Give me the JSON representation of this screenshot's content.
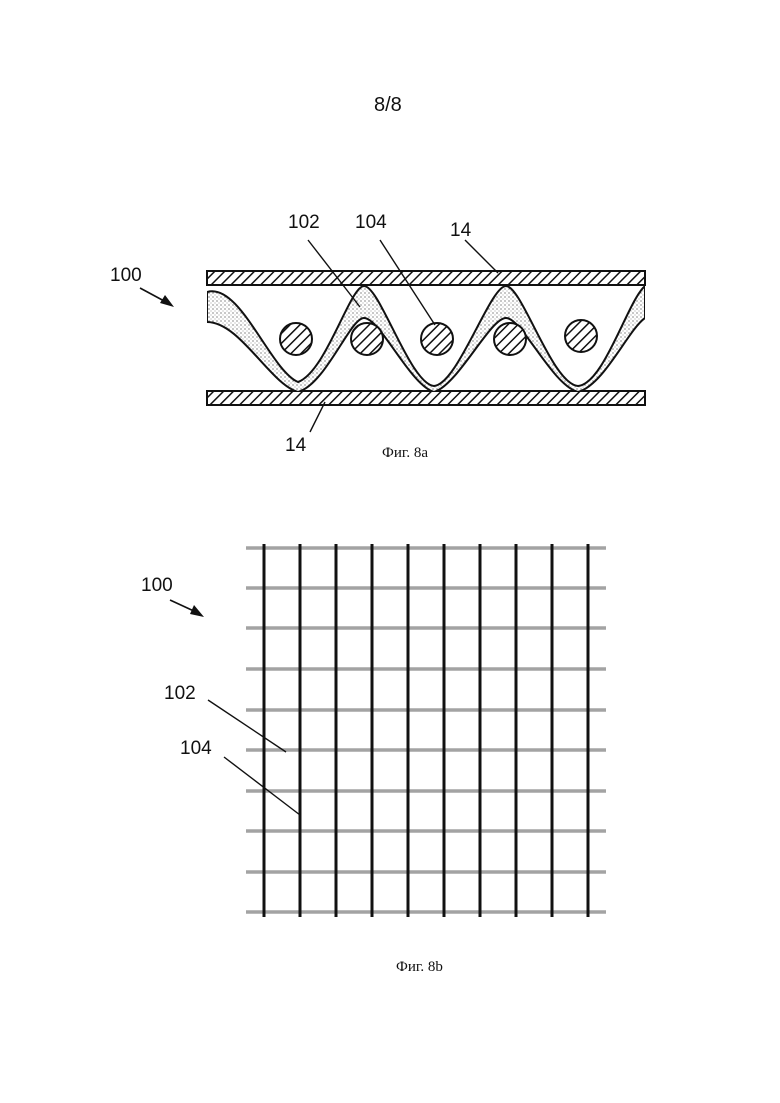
{
  "page_number": "8/8",
  "figure_a": {
    "caption": "Фиг. 8a",
    "labels": {
      "assembly": "100",
      "layer_102": "102",
      "layer_104": "104",
      "top_plate": "14",
      "bottom_plate": "14"
    }
  },
  "figure_b": {
    "caption": "Фиг. 8b",
    "labels": {
      "assembly": "100",
      "strand_102": "102",
      "strand_104": "104"
    }
  }
}
